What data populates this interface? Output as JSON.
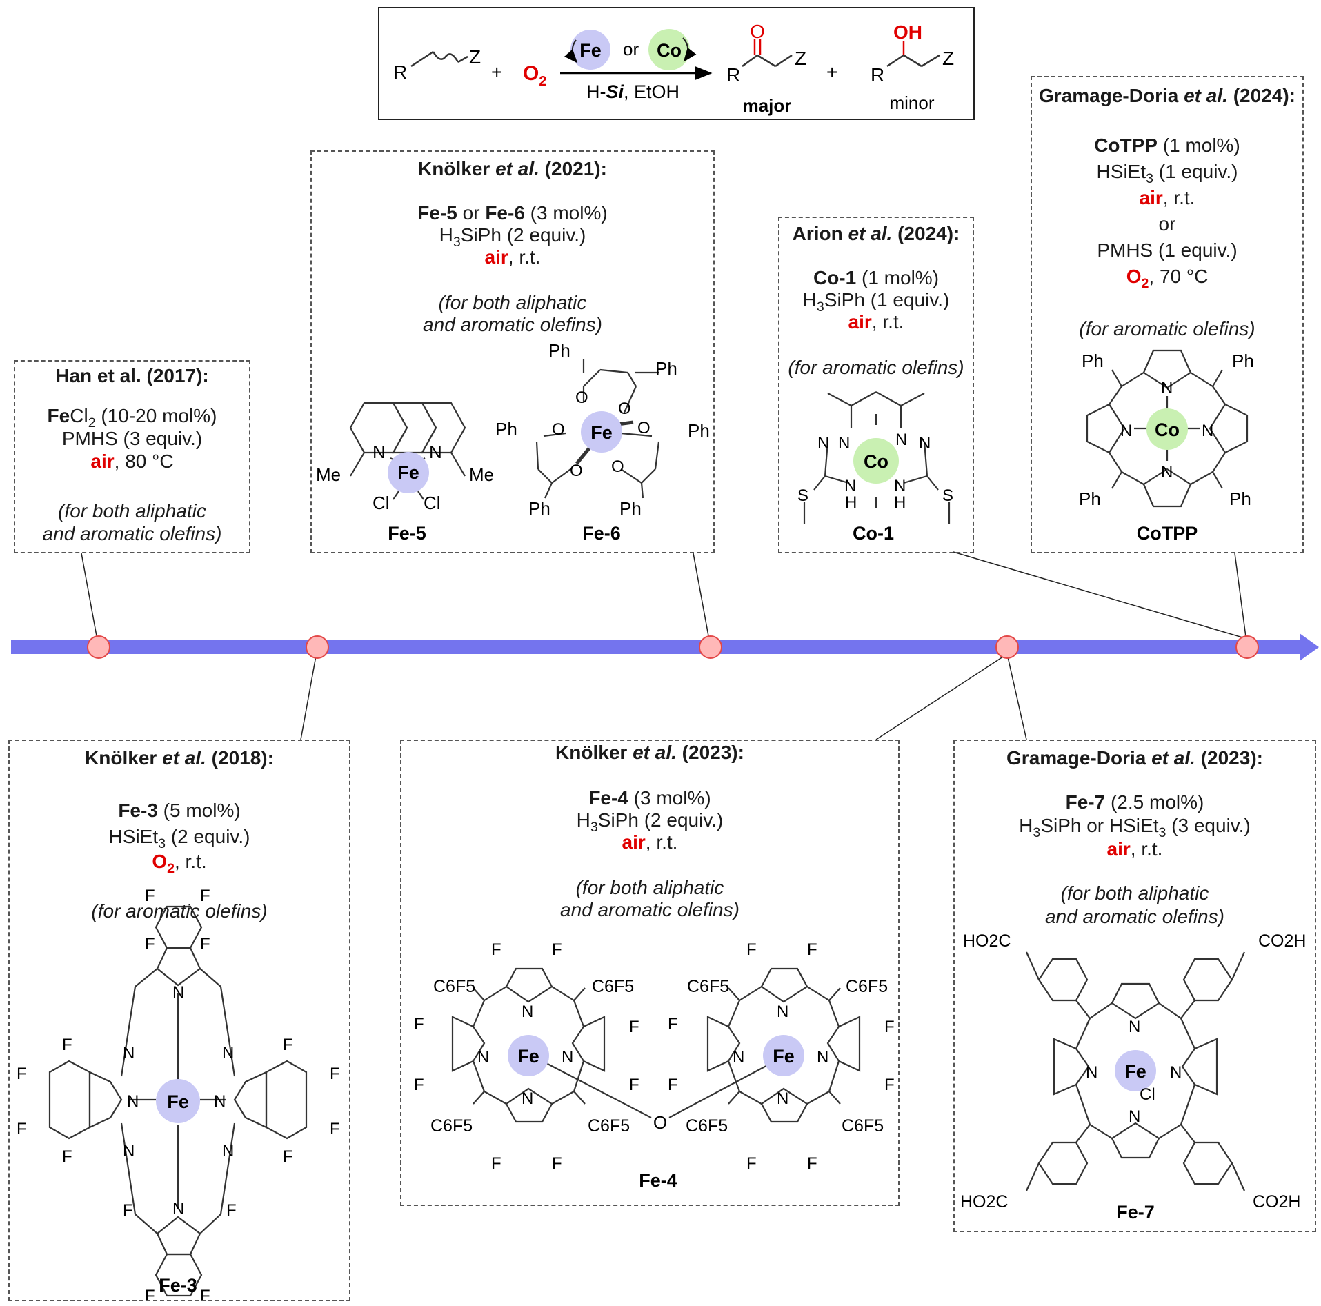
{
  "colors": {
    "fe_circle": "#c9c9f5",
    "co_circle": "#c9f0b2",
    "timeline": "#7474ee",
    "node_fill": "#ffb8b8",
    "node_stroke": "#e34848",
    "highlight": "#e00000"
  },
  "scheme": {
    "R1": "R",
    "Z1": "Z",
    "plus1": "+",
    "o2": "O",
    "o2_sub": "2",
    "fe": "Fe",
    "or": "or",
    "co": "Co",
    "reagent_h": "H-",
    "reagent_si": "Si",
    "reagent_rest": ", EtOH",
    "p1_R": "R",
    "p1_O": "O",
    "p1_Z": "Z",
    "major": "major",
    "plus2": "+",
    "p2_R": "R",
    "p2_OH": "OH",
    "p2_Z": "Z",
    "minor": "minor"
  },
  "panels": {
    "han2017": {
      "head_a": "Han et al. (2017):",
      "fe": "Fe",
      "cl_a": "Cl",
      "cl_sub": "2",
      "loading": " (10-20 mol%)",
      "pmhs": "PMHS (3 equiv.)",
      "air": "air",
      "cond": ", 80 °C",
      "scope1": "(for both aliphatic",
      "scope2": "and aromatic olefins)"
    },
    "knolker2021": {
      "head_a": "Knölker ",
      "head_b": "et al.",
      "head_c": " (2021):",
      "cat_a": "Fe-5",
      "cat_or": " or ",
      "cat_b": "Fe-6",
      "loading": " (3 mol%)",
      "si_a": "H",
      "si_sub": "3",
      "si_b": "SiPh (2 equiv.)",
      "air": "air",
      "cond": ", r.t.",
      "scope1": "(for both aliphatic",
      "scope2": "and aromatic olefins)",
      "fe5": {
        "N1": "N",
        "N2": "N",
        "Fe": "Fe",
        "Me1": "Me",
        "Me2": "Me",
        "Cl1": "Cl",
        "Cl2": "Cl",
        "label": "Fe-5"
      },
      "fe6": {
        "Ph1": "Ph",
        "Ph2": "Ph",
        "Ph3": "Ph",
        "Ph4": "Ph",
        "Ph5": "Ph",
        "Ph6": "Ph",
        "O1": "O",
        "O2": "O",
        "O3": "O",
        "O4": "O",
        "O5": "O",
        "O6": "O",
        "Fe": "Fe",
        "label": "Fe-6"
      }
    },
    "arion2024": {
      "head_a": "Arion ",
      "head_b": "et al.",
      "head_c": " (2024):",
      "cat": "Co-1",
      "loading": " (1 mol%)",
      "si_a": "H",
      "si_sub": "3",
      "si_b": "SiPh (1 equiv.)",
      "air": "air",
      "cond": ", r.t.",
      "scope": "(for aromatic olefins)",
      "co1": {
        "Co": "Co",
        "N1": "N",
        "N2": "N",
        "N3": "N",
        "N4": "N",
        "N5": "N",
        "N6": "N",
        "H1": "H",
        "H2": "H",
        "S1": "S",
        "S2": "S",
        "label": "Co-1"
      }
    },
    "gramage2024": {
      "head_a": "Gramage-Doria ",
      "head_b": "et al.",
      "head_c": " (2024):",
      "cat": "CoTPP",
      "loading": " (1 mol%)",
      "si_a": "HSiEt",
      "si_sub": "3",
      "si_b": " (1 equiv.)",
      "air": "air",
      "cond": ", r.t.",
      "or": "or",
      "pmhs": "PMHS (1 equiv.)",
      "o2": "O",
      "o2_sub": "2",
      "cond2": ", 70 °C",
      "scope": "(for aromatic olefins)",
      "cotpp": {
        "Ph1": "Ph",
        "Ph2": "Ph",
        "Ph3": "Ph",
        "Ph4": "Ph",
        "N1": "N",
        "N2": "N",
        "N3": "N",
        "N4": "N",
        "Co": "Co",
        "label": "CoTPP"
      }
    },
    "knolker2018": {
      "head_a": "Knölker ",
      "head_b": "et al.",
      "head_c": " (2018):",
      "cat": "Fe-3",
      "loading": " (5 mol%)",
      "si_a": "HSiEt",
      "si_sub": "3",
      "si_b": " (2 equiv.)",
      "o2": "O",
      "o2_sub": "2",
      "cond": ", r.t.",
      "scope": "(for aromatic olefins)",
      "fe3": {
        "F": "F",
        "N": "N",
        "Fe": "Fe",
        "label": "Fe-3"
      }
    },
    "knolker2023": {
      "head_a": "Knölker ",
      "head_b": "et al.",
      "head_c": " (2023):",
      "cat": "Fe-4",
      "loading": " (3 mol%)",
      "si_a": "H",
      "si_sub": "3",
      "si_b": "SiPh (2 equiv.)",
      "air": "air",
      "cond": ", r.t.",
      "scope1": "(for both aliphatic",
      "scope2": "and aromatic olefins)",
      "fe4": {
        "C6F5": "C6F5",
        "F": "F",
        "N": "N",
        "Fe": "Fe",
        "O": "O",
        "label": "Fe-4"
      }
    },
    "gramage2023": {
      "head_a": "Gramage-Doria ",
      "head_b": "et al.",
      "head_c": " (2023):",
      "cat": "Fe-7",
      "loading": " (2.5 mol%)",
      "si_a": "H",
      "si_sub": "3",
      "si_b": "SiPh or HSiEt",
      "si_sub2": "3",
      "si_c": " (3 equiv.)",
      "air": "air",
      "cond": ", r.t.",
      "scope1": "(for both aliphatic",
      "scope2": "and aromatic olefins)",
      "fe7": {
        "HO2C1": "HO2C",
        "HO2C2": "HO2C",
        "CO2H1": "CO2H",
        "CO2H2": "CO2H",
        "N": "N",
        "Fe": "Fe",
        "Cl": "Cl",
        "label": "Fe-7"
      }
    }
  }
}
